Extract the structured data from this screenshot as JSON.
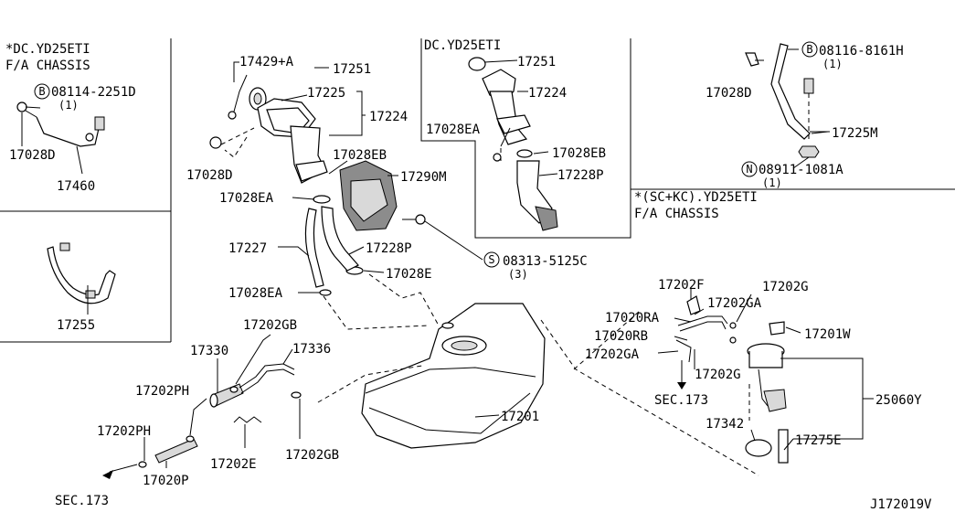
{
  "labels": {
    "inset_tl_title1": "*DC.YD25ETI",
    "inset_tl_title2": "F/A CHASSIS",
    "p_08114": "08114-2251D",
    "p_08114_qty": "(1)",
    "p_17028D_a": "17028D",
    "p_17460": "17460",
    "p_17255": "17255",
    "p_17429": "17429+A",
    "p_17251_a": "17251",
    "p_17225": "17225",
    "p_17224_a": "17224",
    "p_17028EB_a": "17028EB",
    "p_17290M": "17290M",
    "p_17028D_b": "17028D",
    "p_17028EA_a": "17028EA",
    "p_17227": "17227",
    "p_17228P_a": "17228P",
    "p_08313": "08313-5125C",
    "p_08313_qty": "(3)",
    "p_17028E": "17028E",
    "p_17028EA_b": "17028EA",
    "inset_tc_title": "DC.YD25ETI",
    "p_17251_b": "17251",
    "p_17224_b": "17224",
    "p_17028EA_c": "17028EA",
    "p_17028EB_b": "17028EB",
    "p_17228P_b": "17228P",
    "p_17028D_c": "17028D",
    "p_08116": "08116-8161H",
    "p_08116_qty": "(1)",
    "p_17225M": "17225M",
    "p_08911": "08911-1081A",
    "p_08911_qty": "(1)",
    "inset_tr_title1": "*(SC+KC).YD25ETI",
    "inset_tr_title2": "F/A CHASSIS",
    "p_17202GB_a": "17202GB",
    "p_17330": "17330",
    "p_17336": "17336",
    "p_17202PH_a": "17202PH",
    "p_17202PH_b": "17202PH",
    "p_17202E": "17202E",
    "p_17202GB_b": "17202GB",
    "p_17020P": "17020P",
    "sec173_a": "SEC.173",
    "p_17201": "17201",
    "p_17202F": "17202F",
    "p_17202G_a": "17202G",
    "p_17202GA_a": "17202GA",
    "p_17020RA": "17020RA",
    "p_17020RB": "17020RB",
    "p_17202GA_b": "17202GA",
    "p_17201W": "17201W",
    "p_17202G_b": "17202G",
    "sec173_b": "SEC.173",
    "p_25060Y": "25060Y",
    "p_17342": "17342",
    "p_17275E": "17275E",
    "diagram_id": "J172019V",
    "bolt_marker": "B",
    "screw_marker": "S",
    "nut_marker": "N"
  }
}
